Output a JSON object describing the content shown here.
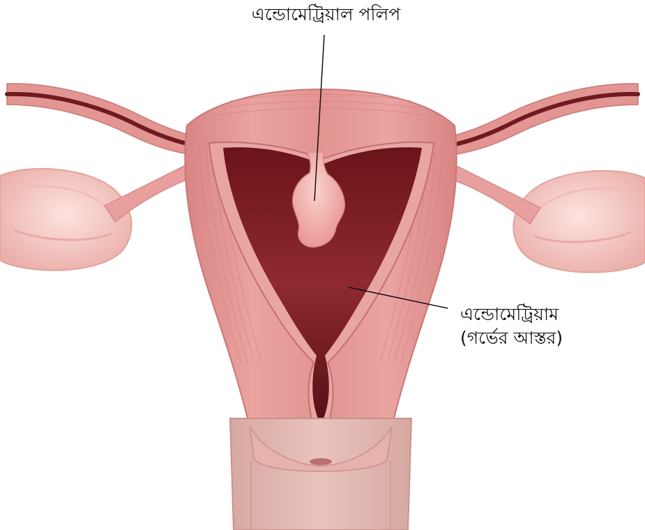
{
  "labels": {
    "polyp": "এন্ডোমেট্রিয়াল পলিপ",
    "endometrium_line1": "এন্ডোমেট্রিয়াম",
    "endometrium_line2": "(গর্ভের আস্তর)"
  },
  "colors": {
    "background": "#ffffff",
    "uterine_wall": "#e79a98",
    "uterine_wall_shade": "#cf7b7a",
    "cavity": "#7d1f24",
    "cavity_dark": "#5a1016",
    "polyp": "#f2b6b1",
    "tube": "#d98a88",
    "tube_inner": "#6e1a1e",
    "ovary": "#f5c9c4",
    "leader_line": "#111111"
  }
}
